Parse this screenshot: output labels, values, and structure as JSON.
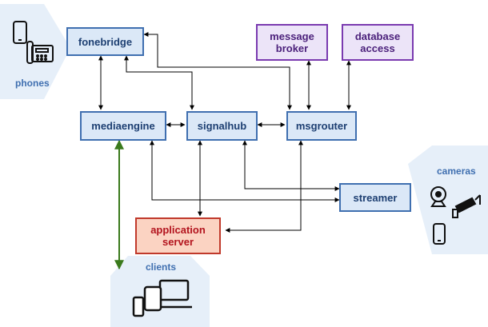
{
  "groups": {
    "phones": "phones",
    "cameras": "cameras",
    "clients": "clients"
  },
  "nodes": {
    "fonebridge": "fonebridge",
    "message_broker": "message\nbroker",
    "database_access": "database\naccess",
    "mediaengine": "mediaengine",
    "signalhub": "signalhub",
    "msgrouter": "msgrouter",
    "streamer": "streamer",
    "application_server": "application\nserver"
  },
  "colors": {
    "group_bg": "#e6eff9",
    "service_fill": "#dbe8f7",
    "service_border": "#3f6fb0",
    "external_fill": "#ece4f8",
    "external_border": "#7a3ab0",
    "app_fill": "#fbd3c2",
    "app_border": "#c0392b",
    "wire": "#000000",
    "client_wire": "#3a7a1c"
  },
  "icons": [
    "smartphone-icon",
    "desk-phone-icon",
    "webcam-icon",
    "security-camera-icon",
    "smartphone-icon",
    "laptop-icon",
    "tablet-icon"
  ]
}
